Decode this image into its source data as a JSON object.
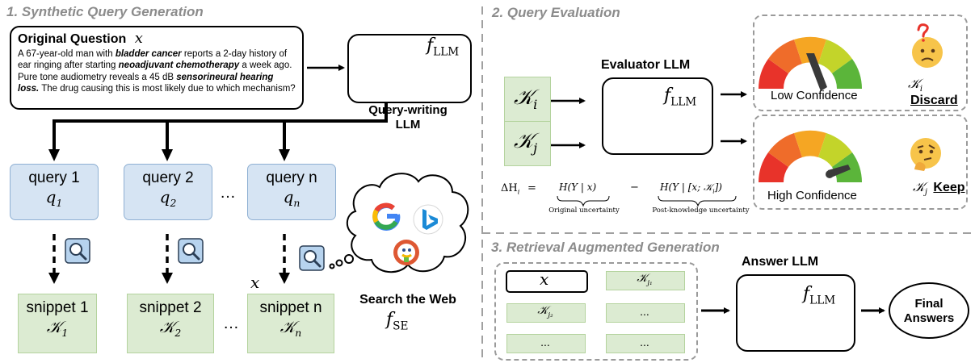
{
  "section1": {
    "title": "1. Synthetic Query Generation",
    "question_title": "Original Question",
    "question_var": "x",
    "question_parts": [
      {
        "t": "A 67-year-old man with ",
        "s": ""
      },
      {
        "t": "bladder cancer",
        "s": "bi"
      },
      {
        "t": " reports a 2-day history of ear ringing after starting ",
        "s": ""
      },
      {
        "t": "neoadjuvant chemotherapy",
        "s": "bi"
      },
      {
        "t": " a week ago. Pure tone audiometry reveals a 45 dB ",
        "s": ""
      },
      {
        "t": "sensorineural hearing loss.",
        "s": "bi"
      },
      {
        "t": " The drug causing this is most likely due to which mechanism?",
        "s": ""
      }
    ],
    "llm_symbol": "f",
    "llm_sub": "LLM",
    "query_writer_label": "Query-writing LLM",
    "queries": [
      {
        "label": "query 1",
        "var": "q",
        "sub": "1"
      },
      {
        "label": "query 2",
        "var": "q",
        "sub": "2"
      },
      {
        "label": "query n",
        "var": "q",
        "sub": "n"
      }
    ],
    "ellipsis": "…",
    "snippets": [
      {
        "label": "snippet 1",
        "var": "𝒦",
        "sub": "1"
      },
      {
        "label": "snippet 2",
        "var": "𝒦",
        "sub": "2"
      },
      {
        "label": "snippet n",
        "var": "𝒦",
        "sub": "n"
      }
    ],
    "snippet_x": "x",
    "search_label": "Search the Web",
    "search_symbol": "f",
    "search_sub": "SE"
  },
  "section2": {
    "title": "2. Query Evaluation",
    "evaluator_label": "Evaluator LLM",
    "k_i": "𝒦",
    "k_i_sub": "i",
    "k_j": "𝒦",
    "k_j_sub": "j",
    "low_conf": "Low Confidence",
    "high_conf": "High Confidence",
    "discard_var": "𝒦",
    "discard_sub": "i",
    "discard_label": "Discard",
    "keep_var": "𝒦",
    "keep_sub": "j",
    "keep_label": "Keep",
    "formula_lhs": "ΔH",
    "formula_lhs_sub": "i",
    "formula_eq": "=",
    "formula_term1": "H(Y | x)",
    "formula_minus": "−",
    "formula_term2": "H(Y | [x; 𝒦",
    "formula_term2_sub": "i",
    "formula_term2_end": "])",
    "orig_unc": "Original uncertainty",
    "post_unc": "Post-knowledge uncertainty"
  },
  "section3": {
    "title": "3. Retrieval Augmented Generation",
    "answer_label": "Answer LLM",
    "cell_x": "x",
    "cell_kj1": "𝒦",
    "cell_kj1_sub": "j₁",
    "cell_kj2": "𝒦",
    "cell_kj2_sub": "j₂",
    "cell_dots": "...",
    "final_line1": "Final",
    "final_line2": "Answers"
  },
  "colors": {
    "query_fill": "#d6e4f3",
    "snippet_fill": "#dcebd2",
    "robot_blue": "#a9c8e6",
    "snowflake": "#4a9bd6"
  }
}
